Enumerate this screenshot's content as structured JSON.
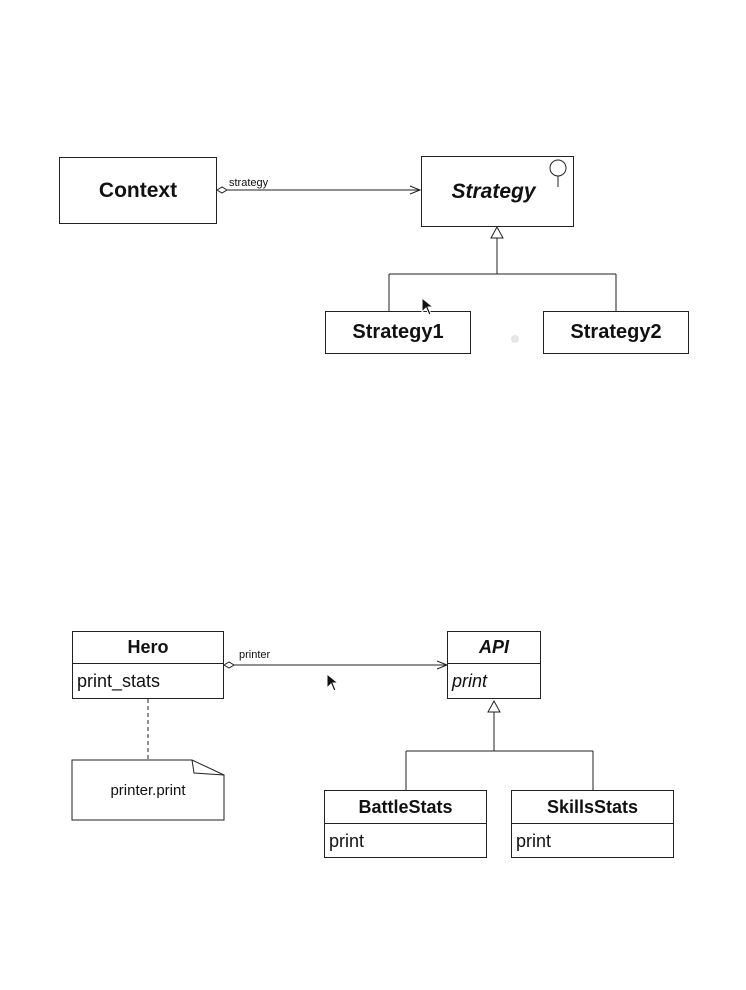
{
  "strategy_diagram": {
    "context": {
      "name": "Context"
    },
    "strategy": {
      "name": "Strategy"
    },
    "strategy1": {
      "name": "Strategy1"
    },
    "strategy2": {
      "name": "Strategy2"
    },
    "association_label": "strategy"
  },
  "bridge_diagram": {
    "hero": {
      "name": "Hero",
      "operation": "print_stats"
    },
    "api": {
      "name": "API",
      "operation": "print"
    },
    "battle_stats": {
      "name": "BattleStats",
      "operation": "print"
    },
    "skills_stats": {
      "name": "SkillsStats",
      "operation": "print"
    },
    "association_label": "printer",
    "note_text": "printer.print"
  },
  "colors": {
    "line": "#222222",
    "background": "#ffffff"
  },
  "icons": [
    "interface-lollipop-icon",
    "cursor-icon"
  ]
}
